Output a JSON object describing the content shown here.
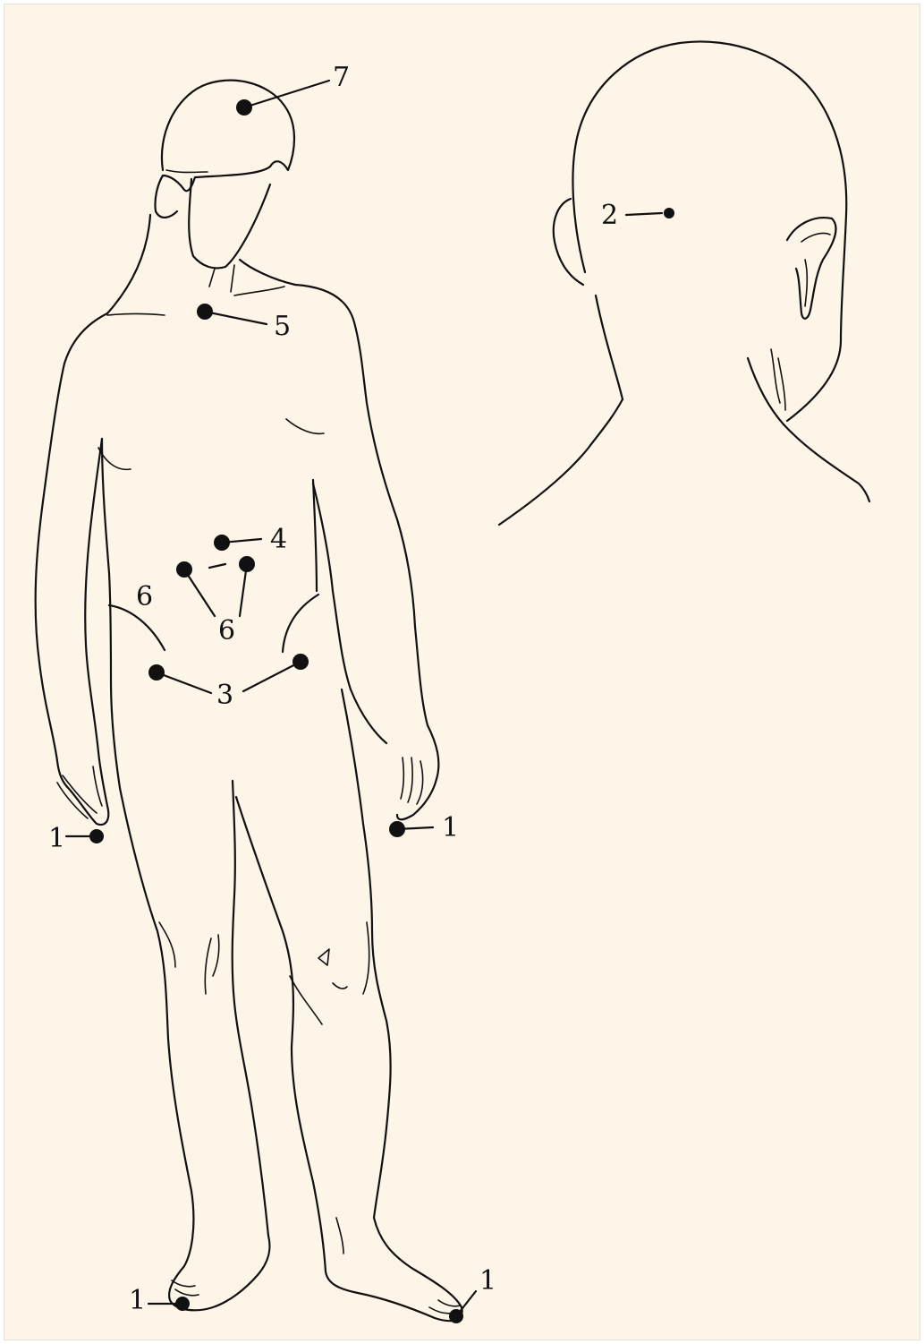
{
  "figure": {
    "front_view": "front",
    "back_view": "back-of-head"
  },
  "points": {
    "p1_left_hand": "1",
    "p1_right_hand": "1",
    "p1_left_foot": "1",
    "p1_right_foot": "1",
    "p2_head_back": "2",
    "p3_groin": "3",
    "p4_abdomen": "4",
    "p5_throat": "5",
    "p6_side": "6",
    "p6_abdomen": "6",
    "p7_crown": "7"
  }
}
